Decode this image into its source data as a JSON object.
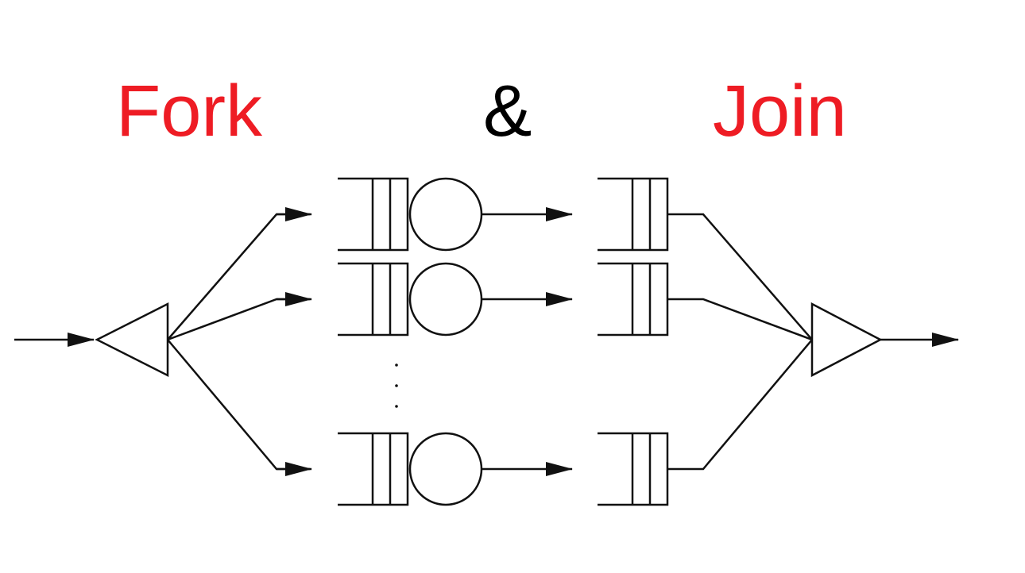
{
  "title": {
    "fork": "Fork",
    "ampersand": "&",
    "join": "Join"
  },
  "colors": {
    "accent": "#ee1c24",
    "text": "#000000",
    "stroke": "#111111",
    "background": "#ffffff"
  },
  "diagram": {
    "type": "fork-join queueing network",
    "parallel_servers_shown": 3,
    "elided_servers_marker": "vertical-ellipsis"
  }
}
